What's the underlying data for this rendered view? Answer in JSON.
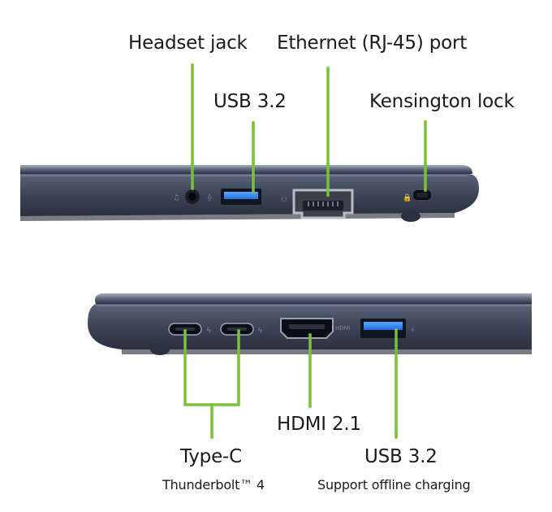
{
  "accent_color": "#79c13b",
  "top_view": {
    "labels": {
      "headset_jack": "Headset jack",
      "ethernet_port": "Ethernet (RJ-45) port",
      "usb_a": "USB 3.2",
      "kensington_lock": "Kensington lock"
    }
  },
  "bottom_view": {
    "labels": {
      "type_c": "Type-C",
      "type_c_sub": "Thunderbolt™ 4",
      "hdmi": "HDMI 2.1",
      "usb_a": "USB 3.2",
      "usb_a_sub": "Support offline charging"
    }
  }
}
